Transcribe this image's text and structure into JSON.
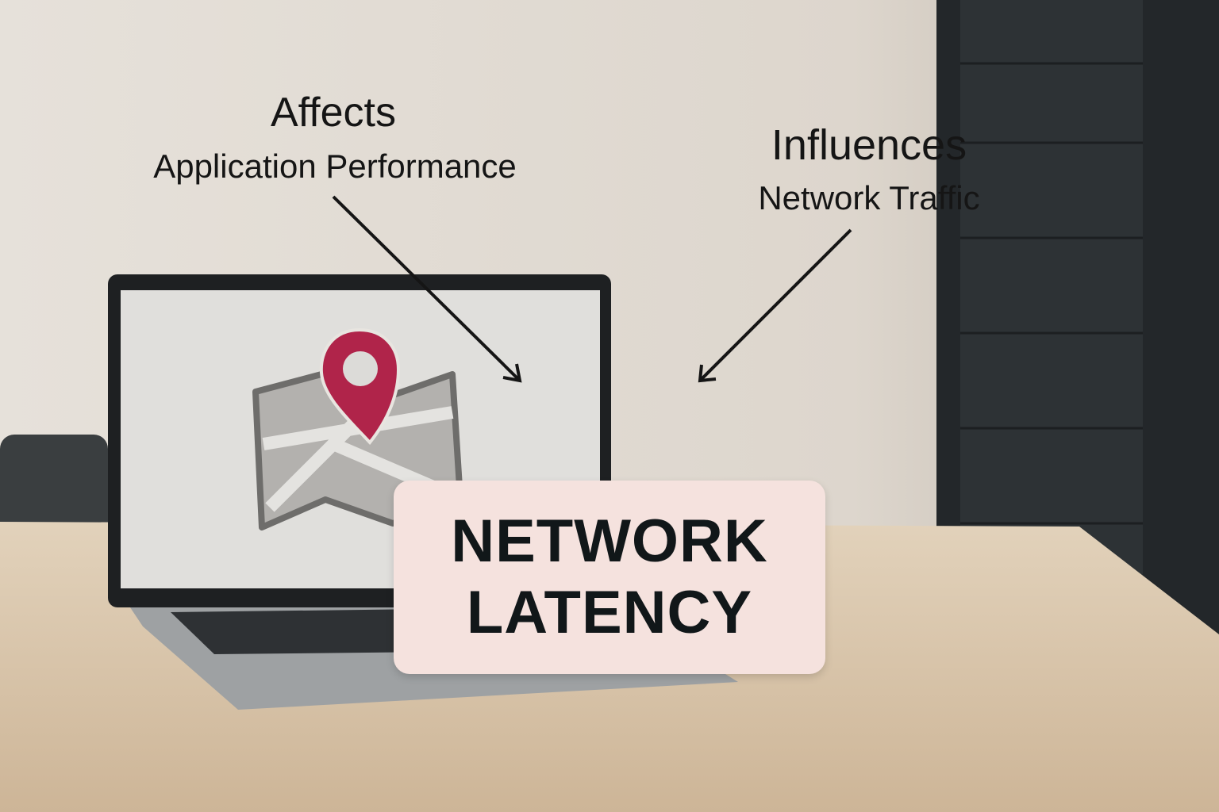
{
  "annotations": {
    "left": {
      "title": "Affects",
      "subtitle": "Application Performance"
    },
    "right": {
      "title": "Influences",
      "subtitle": "Network Traffic"
    }
  },
  "label": {
    "line1": "NETWORK",
    "line2": "LATENCY"
  },
  "colors": {
    "pin": "#b0244a",
    "label_bg": "#f5e2de",
    "label_text": "#111719",
    "desk": "#d8c4a8",
    "wall": "#e4dfd8"
  }
}
